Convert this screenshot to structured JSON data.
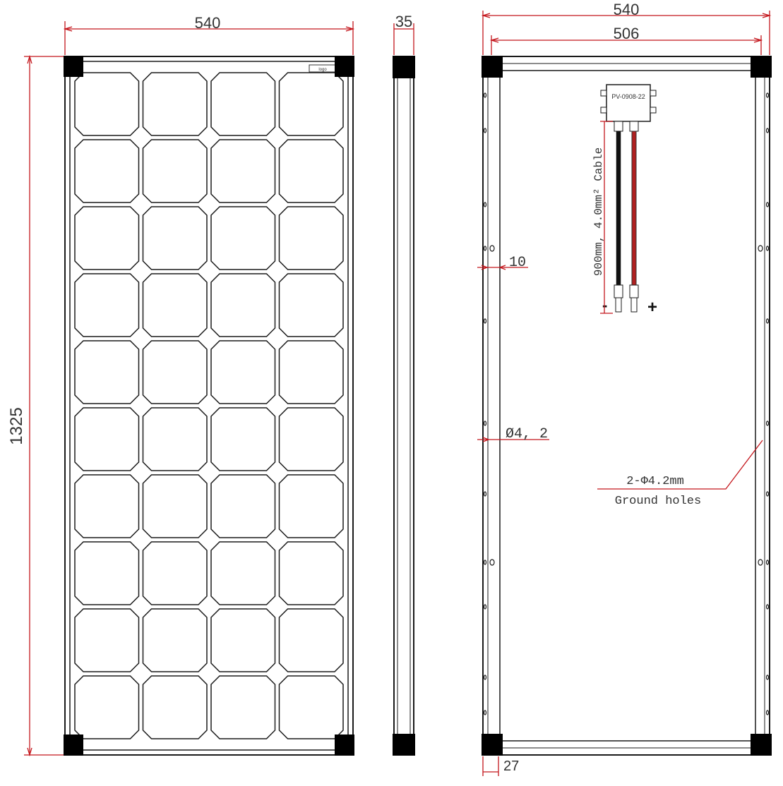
{
  "colors": {
    "dimension": "#c4161c",
    "outline": "#1a1a1a",
    "corner": "#000000",
    "cable_red": "#b02020",
    "cable_black": "#111111"
  },
  "front_view": {
    "width_label": "540",
    "height_label": "1325",
    "logo_label": "logo",
    "cell_rows": 10,
    "cell_cols": 4
  },
  "side_view": {
    "thickness_label": "35"
  },
  "rear_view": {
    "outer_width_label": "540",
    "inner_width_label": "506",
    "rail_label": "10",
    "hole_label": "Ø4, 2",
    "bottom_label": "27",
    "junction_box_label": "PV-0908-22",
    "cable_label": "900mm, 4.0mm² Cable",
    "minus_label": "-",
    "plus_label": "+",
    "ground_spec_label": "2-Φ4.2mm",
    "ground_desc_label": "Ground holes"
  }
}
